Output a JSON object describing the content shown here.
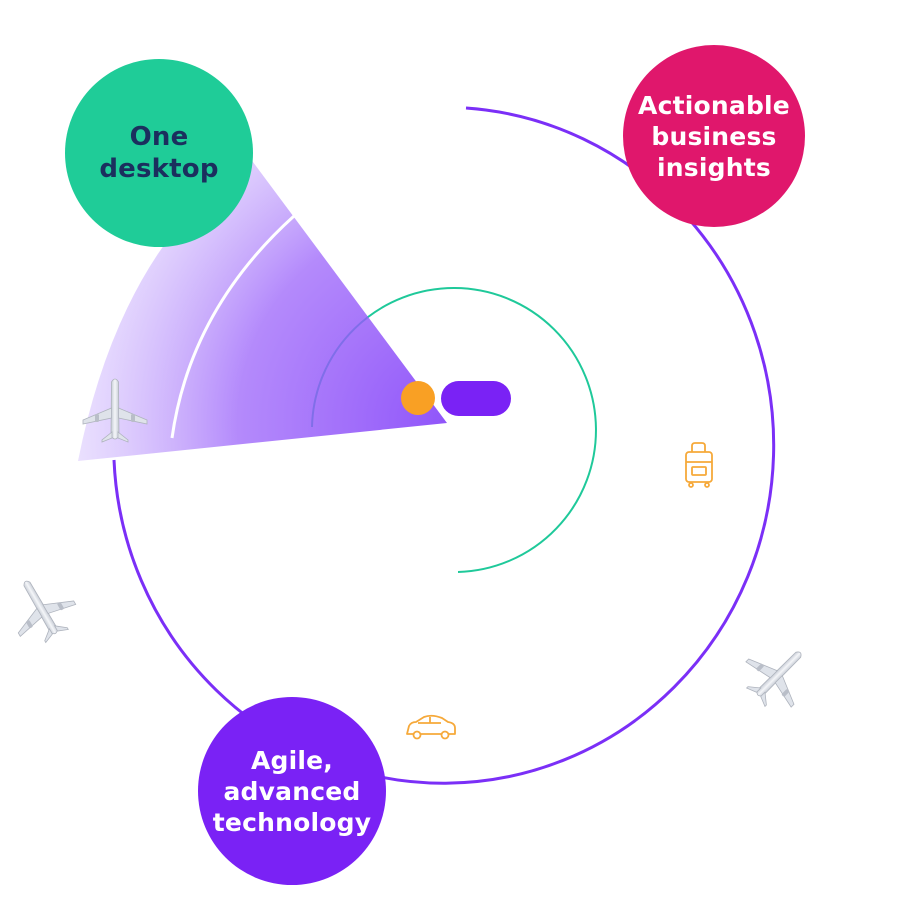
{
  "colors": {
    "outer_ring": "#7b2ff7",
    "inner_ring": "#1fc99a",
    "one_desktop_bg": "#1fcc98",
    "one_desktop_text": "#1b2f5e",
    "insights_bg": "#e0176c",
    "agile_bg": "#7a22f5",
    "bubble_text_light": "#ffffff",
    "radar_sweep": "#8a4cf9",
    "orange_dot": "#f9a024",
    "purple_pill": "#7a22f5",
    "icon_outline": "#f6a93a",
    "plane": "#d7dbe3"
  },
  "bubbles": {
    "one_desktop": "One\ndesktop",
    "insights": "Actionable\nbusiness\ninsights",
    "agile": "Agile,\nadvanced\ntechnology"
  },
  "icons": {
    "plane": "airplane-icon",
    "luggage": "suitcase-icon",
    "car": "car-icon"
  }
}
